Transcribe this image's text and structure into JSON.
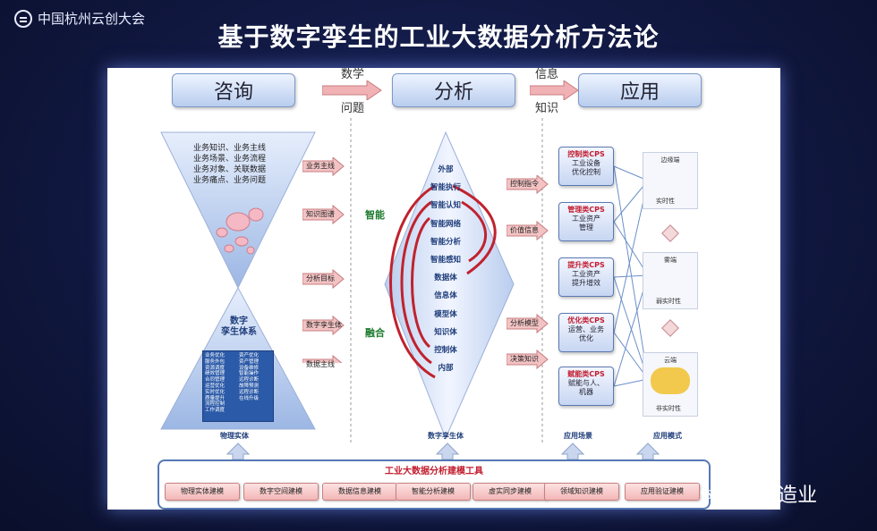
{
  "logo": {
    "text": "中国杭州云创大会"
  },
  "title": "基于数字孪生的工业大数据分析方法论",
  "header": {
    "boxes": [
      "咨询",
      "分析",
      "应用"
    ],
    "flow1": [
      "数学",
      "问题"
    ],
    "flow2": [
      "信息",
      "知识"
    ]
  },
  "left": {
    "funnel_text": [
      "业务知识、业务主线",
      "业务场景、业务流程",
      "业务对象、关联数据",
      "业务痛点、业务问题"
    ],
    "twin_label": [
      "数字",
      "孪生体系"
    ],
    "card_left": [
      "业务优化",
      "服务外包",
      "资源调度",
      "绩效管理",
      "合同管理",
      "运营优化",
      "实时优化",
      "质量提升",
      "流程控制",
      "工作调度"
    ],
    "card_right": [
      "资产优化",
      "资产管理",
      "设备维修",
      "智能操作",
      "远程诊断",
      "故障预测",
      "远程诊断",
      "在线升级"
    ],
    "bottom": "物理实体"
  },
  "arrows1": [
    "业务主线",
    "知识图谱",
    "分析目标",
    "数字孪生体",
    "数据主线"
  ],
  "center": {
    "green_top": "智能",
    "green_bottom": "融合",
    "layers": [
      "外部",
      "智能执行",
      "智能认知",
      "智能网络",
      "智能分析",
      "智能感知",
      "数据体",
      "信息体",
      "模型体",
      "知识体",
      "控制体",
      "内部"
    ],
    "bottom": "数字孪生体"
  },
  "arrows2": [
    "控制指令",
    "价值信息",
    "分析模型",
    "决策知识"
  ],
  "cps": [
    {
      "title": "控制类CPS",
      "body": [
        "工业设备",
        "优化控制"
      ]
    },
    {
      "title": "管理类CPS",
      "body": [
        "工业资产",
        "管理"
      ]
    },
    {
      "title": "提升类CPS",
      "body": [
        "工业资产",
        "提升增效"
      ]
    },
    {
      "title": "优化类CPS",
      "body": [
        "运营、业务",
        "优化"
      ]
    },
    {
      "title": "赋能类CPS",
      "body": [
        "赋能与人、",
        "机器"
      ]
    }
  ],
  "modes": [
    {
      "title": "边缘端",
      "note": "实时性"
    },
    {
      "title": "雾端",
      "note": "弱实时性"
    },
    {
      "title": "云端",
      "note": "非实时性"
    }
  ],
  "bottom_labels": [
    "应用场景",
    "应用模式"
  ],
  "tools": {
    "title": "工业大数据分析建模工具",
    "buttons": [
      "物理实体建模",
      "数字空间建模",
      "数据信息建模",
      "智能分析建模",
      "虚实同步建模",
      "领域知识建模",
      "应用验证建模"
    ]
  },
  "watermark": {
    "text": "先进制造业"
  }
}
